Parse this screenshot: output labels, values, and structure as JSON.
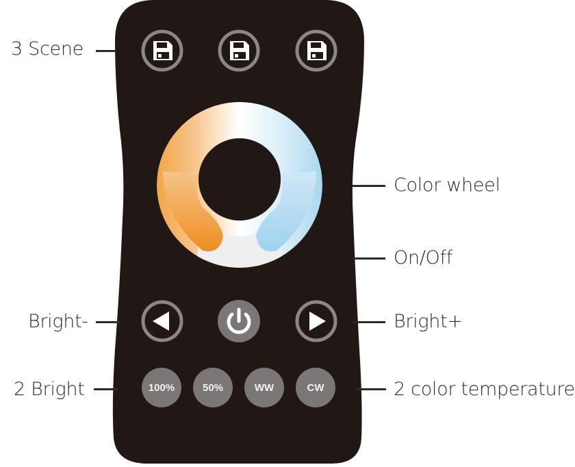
{
  "labels": {
    "scene": "3 Scene",
    "color_wheel": "Color wheel",
    "on_off": "On/Off",
    "bright_minus": "Bright-",
    "bright_plus": "Bright+",
    "two_bright": "2 Bright",
    "two_color_temp": "2 color temperature"
  },
  "buttons": {
    "b100": "100%",
    "b50": "50%",
    "ww": "WW",
    "cw": "CW"
  },
  "colors": {
    "remote_body": "#211714",
    "button_fill": "#7a7776",
    "button_ring": "#8a8786",
    "warm": "#f0962d",
    "cool": "#a9d7ef"
  }
}
